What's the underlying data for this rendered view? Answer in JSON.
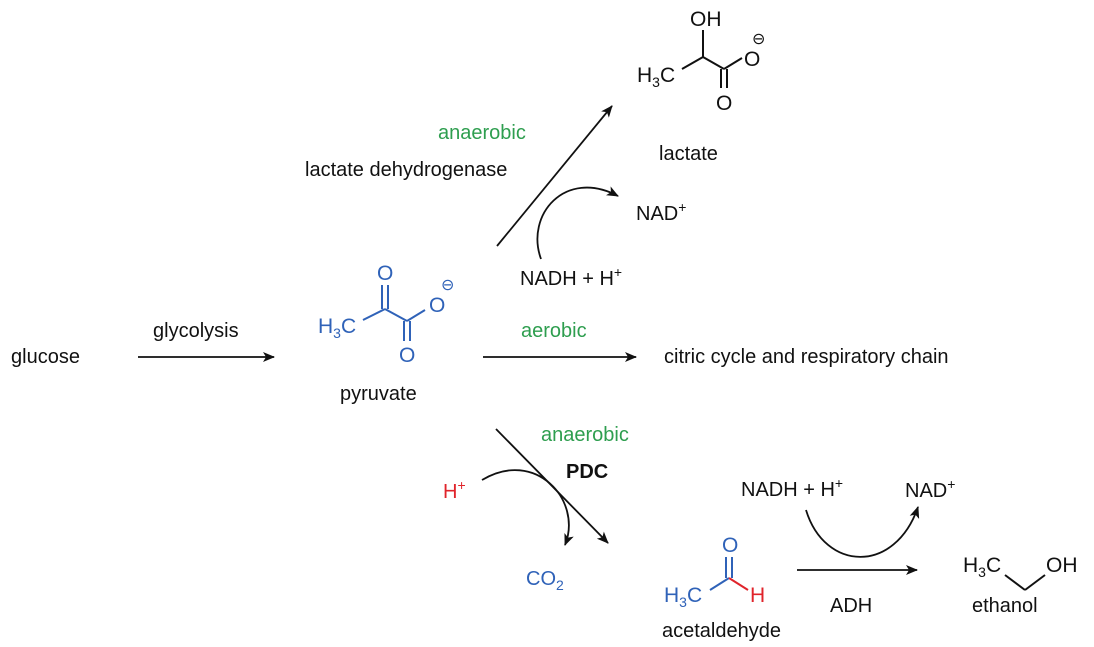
{
  "colors": {
    "text": "#111111",
    "green": "#2e9e4f",
    "blue": "#2f62b8",
    "red": "#e0242b",
    "bond_black": "#111111"
  },
  "reaction": {
    "glucose": "glucose",
    "glycolysis": "glycolysis",
    "pyruvate": "pyruvate",
    "aerobic": "aerobic",
    "citric_cycle": "citric cycle and respiratory chain",
    "upper_condition": "anaerobic",
    "lactate_enzyme": "lactate dehydrogenase",
    "lactate": "lactate",
    "nad_plus_upper": "NAD+",
    "nadh_upper": "NADH + H+",
    "lower_condition": "anaerobic",
    "pdc": "PDC",
    "proton": "H+",
    "co2": "CO2",
    "acetaldehyde": "acetaldehyde",
    "nadh_lower": "NADH + H+",
    "nad_plus_lower": "NAD+",
    "adh": "ADH",
    "ethanol": "ethanol"
  },
  "atoms": {
    "oh": "OH",
    "o": "O",
    "h": "H",
    "h3c": "H3C",
    "minus": "⊖"
  }
}
